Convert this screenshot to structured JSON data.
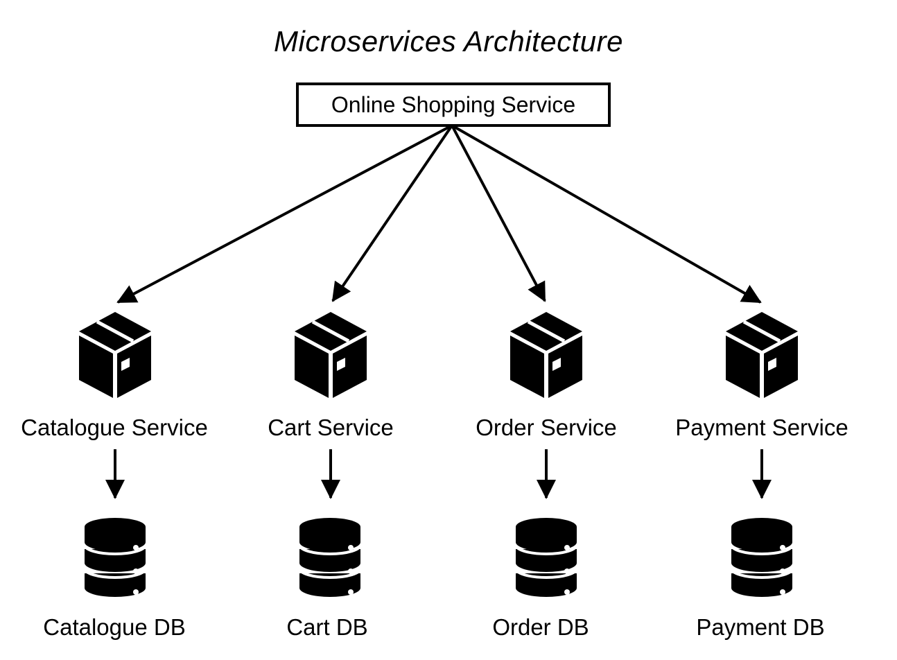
{
  "title": "Microservices Architecture",
  "root": {
    "label": "Online Shopping Service"
  },
  "services": [
    {
      "label": "Catalogue Service",
      "icon": "package-box-icon",
      "db": {
        "label": "Catalogue DB",
        "icon": "database-icon"
      }
    },
    {
      "label": "Cart Service",
      "icon": "package-box-icon",
      "db": {
        "label": "Cart DB",
        "icon": "database-icon"
      }
    },
    {
      "label": "Order Service",
      "icon": "package-box-icon",
      "db": {
        "label": "Order DB",
        "icon": "database-icon"
      }
    },
    {
      "label": "Payment Service",
      "icon": "package-box-icon",
      "db": {
        "label": "Payment DB",
        "icon": "database-icon"
      }
    }
  ],
  "edges": [
    {
      "from": "Online Shopping Service",
      "to": "Catalogue Service"
    },
    {
      "from": "Online Shopping Service",
      "to": "Cart Service"
    },
    {
      "from": "Online Shopping Service",
      "to": "Order Service"
    },
    {
      "from": "Online Shopping Service",
      "to": "Payment Service"
    },
    {
      "from": "Catalogue Service",
      "to": "Catalogue DB"
    },
    {
      "from": "Cart Service",
      "to": "Cart DB"
    },
    {
      "from": "Order Service",
      "to": "Order DB"
    },
    {
      "from": "Payment Service",
      "to": "Payment DB"
    }
  ]
}
